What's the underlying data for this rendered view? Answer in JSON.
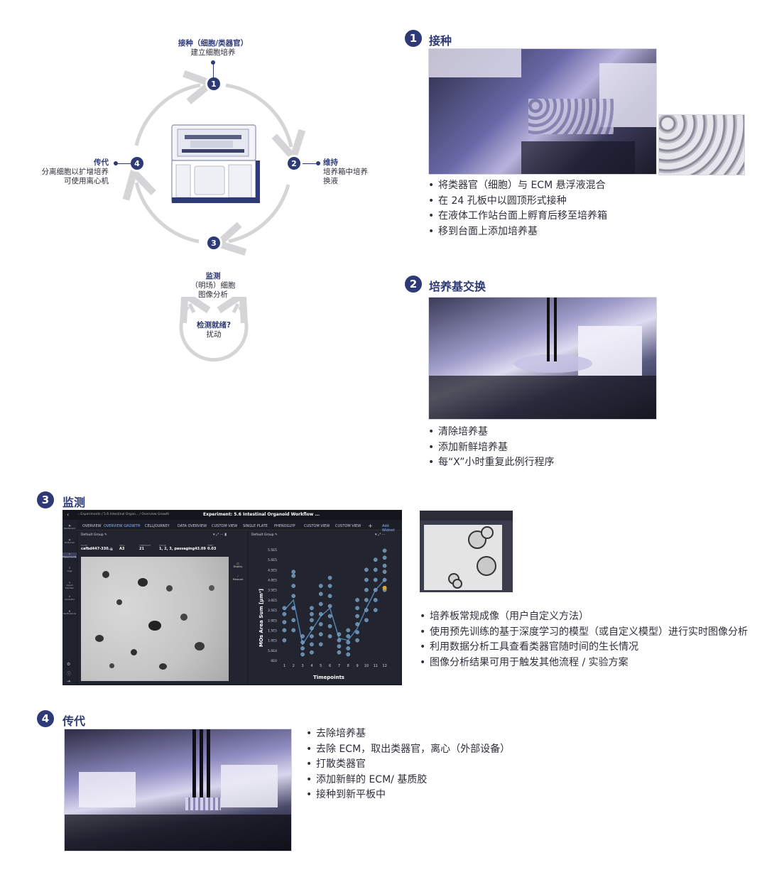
{
  "cycle": {
    "steps": [
      {
        "num": "1",
        "title": "接种（细胞/类器官）",
        "sub": "建立细胞培养"
      },
      {
        "num": "2",
        "title": "维持",
        "sub": "培养箱中培养",
        "sub2": "换液"
      },
      {
        "num": "3",
        "title": "监测",
        "sub": "（明场）细胞",
        "sub2": "图像分析"
      },
      {
        "num": "4",
        "title": "传代",
        "sub": "分离细胞以扩增培养",
        "sub2": "可使用离心机"
      }
    ],
    "check": {
      "title": "检测就绪?",
      "sub": "扰动"
    }
  },
  "sections": [
    {
      "num": "1",
      "title": "接种",
      "bullets": [
        "将类器官（细胞）与 ECM 悬浮液混合",
        "在 24 孔板中以圆顶形式接种",
        "在液体工作站台面上孵育后移至培养箱",
        "移到台面上添加培养基"
      ]
    },
    {
      "num": "2",
      "title": "培养基交换",
      "bullets": [
        "清除培养基",
        "添加新鲜培养基",
        "每“X”小时重复此例行程序"
      ]
    },
    {
      "num": "3",
      "title": "监测",
      "bullets": [
        "培养板常规成像（用户自定义方法）",
        "使用预先训练的基于深度学习的模型（或自定义模型）进行实时图像分析",
        "利用数据分析工具查看类器官随时间的生长情况",
        "图像分析结果可用于触发其他流程 / 实验方案"
      ]
    },
    {
      "num": "4",
      "title": "传代",
      "bullets": [
        "去除培养基",
        "去除 ECM，取出类器官，离心（外部设备）",
        "打散类器官",
        "添加新鲜的 ECM/ 基质胶",
        "接种到新平板中"
      ]
    }
  ],
  "software": {
    "breadcrumb": "‹ Experiments / 5.6 Intestinal Organ... / Overview Growth",
    "title": "Experiment: 5.6 Intestinal Organoid Workflow ...",
    "tabs": [
      "OVERVIEW",
      "OVERVIEW GROWTH",
      "CELLJOURNEY",
      "DATA OVERVIEW",
      "CUSTOM VIEW",
      "SINGLE PLATE",
      "PHENOGLYP",
      "CUSTOM VIEW",
      "CUSTOM VIEW",
      "+"
    ],
    "add_widget": "Add Widget",
    "side_items": [
      "Dashboard",
      "Protocols",
      "Experiments",
      "Logs",
      "Liquid Handler",
      "Incubator",
      "Verifications"
    ],
    "group_left": "Default Group",
    "group_right": "Default Group",
    "fields": [
      {
        "label": "PLATE",
        "value": "cafbd447-330..."
      },
      {
        "label": "WELL",
        "value": "A3"
      },
      {
        "label": "TIMEPOINT",
        "value": "21"
      },
      {
        "label": "PHASE",
        "value": "1, 2, 3, passaging43.09"
      },
      {
        "label": "TEMP",
        "value": "0.03"
      }
    ],
    "tool_display": "Display",
    "tool_measure": "Measure",
    "chart_data": {
      "type": "scatter",
      "xlabel": "Timepoints",
      "ylabel": "MOs Area Sum [µm²]",
      "x_ticks": [
        "1",
        "2",
        "3",
        "4",
        "5",
        "6",
        "7",
        "8",
        "9",
        "10",
        "11",
        "12"
      ],
      "y_ticks": [
        "5.5E5",
        "5.0E5",
        "4.5E5",
        "4.0E5",
        "3.5E5",
        "3.0E5",
        "2.5E5",
        "2.0E5",
        "1.5E5",
        "1.0E5",
        "5.0E4",
        "0E0"
      ],
      "ylim": [
        0,
        550000
      ],
      "series": [
        {
          "values": [
            [
              1,
              150000
            ],
            [
              1,
              190000
            ],
            [
              1,
              230000
            ],
            [
              1,
              260000
            ],
            [
              1,
              100000
            ],
            [
              2,
              200000
            ],
            [
              2,
              260000
            ],
            [
              2,
              320000
            ],
            [
              2,
              370000
            ],
            [
              2,
              420000
            ],
            [
              2,
              440000
            ],
            [
              2,
              150000
            ],
            [
              3,
              30000
            ],
            [
              3,
              60000
            ],
            [
              3,
              90000
            ],
            [
              3,
              120000
            ],
            [
              4,
              40000
            ],
            [
              4,
              80000
            ],
            [
              4,
              120000
            ],
            [
              4,
              160000
            ],
            [
              4,
              200000
            ],
            [
              4,
              230000
            ],
            [
              4,
              260000
            ],
            [
              5,
              80000
            ],
            [
              5,
              130000
            ],
            [
              5,
              180000
            ],
            [
              5,
              230000
            ],
            [
              5,
              280000
            ],
            [
              5,
              330000
            ],
            [
              5,
              370000
            ],
            [
              6,
              120000
            ],
            [
              6,
              170000
            ],
            [
              6,
              220000
            ],
            [
              6,
              270000
            ],
            [
              6,
              320000
            ],
            [
              6,
              370000
            ],
            [
              6,
              410000
            ],
            [
              7,
              40000
            ],
            [
              7,
              70000
            ],
            [
              7,
              100000
            ],
            [
              7,
              130000
            ],
            [
              8,
              30000
            ],
            [
              8,
              60000
            ],
            [
              8,
              90000
            ],
            [
              8,
              120000
            ],
            [
              8,
              150000
            ],
            [
              9,
              100000
            ],
            [
              9,
              140000
            ],
            [
              9,
              180000
            ],
            [
              9,
              220000
            ],
            [
              9,
              260000
            ],
            [
              9,
              300000
            ],
            [
              10,
              200000
            ],
            [
              10,
              250000
            ],
            [
              10,
              300000
            ],
            [
              10,
              350000
            ],
            [
              10,
              400000
            ],
            [
              10,
              450000
            ],
            [
              11,
              250000
            ],
            [
              11,
              300000
            ],
            [
              11,
              350000
            ],
            [
              11,
              400000
            ],
            [
              11,
              450000
            ],
            [
              11,
              500000
            ],
            [
              12,
              350000
            ],
            [
              12,
              400000
            ],
            [
              12,
              440000
            ],
            [
              12,
              470000
            ],
            [
              12,
              510000
            ],
            [
              12,
              545000
            ]
          ]
        }
      ],
      "mean_line": [
        [
          1,
          250000
        ],
        [
          2,
          300000
        ],
        [
          3,
          80000
        ],
        [
          4,
          150000
        ],
        [
          5,
          220000
        ],
        [
          6,
          260000
        ],
        [
          7,
          110000
        ],
        [
          8,
          100000
        ],
        [
          9,
          160000
        ],
        [
          10,
          260000
        ],
        [
          11,
          350000
        ],
        [
          12,
          400000
        ]
      ],
      "highlight": [
        12,
        360000
      ],
      "colors": {
        "point": "#6e9ec4",
        "line": "#4f86b8",
        "highlight": "#e0a52c"
      }
    }
  },
  "colors": {
    "accent": "#2e3a78",
    "ring": "#d5d5d8"
  }
}
